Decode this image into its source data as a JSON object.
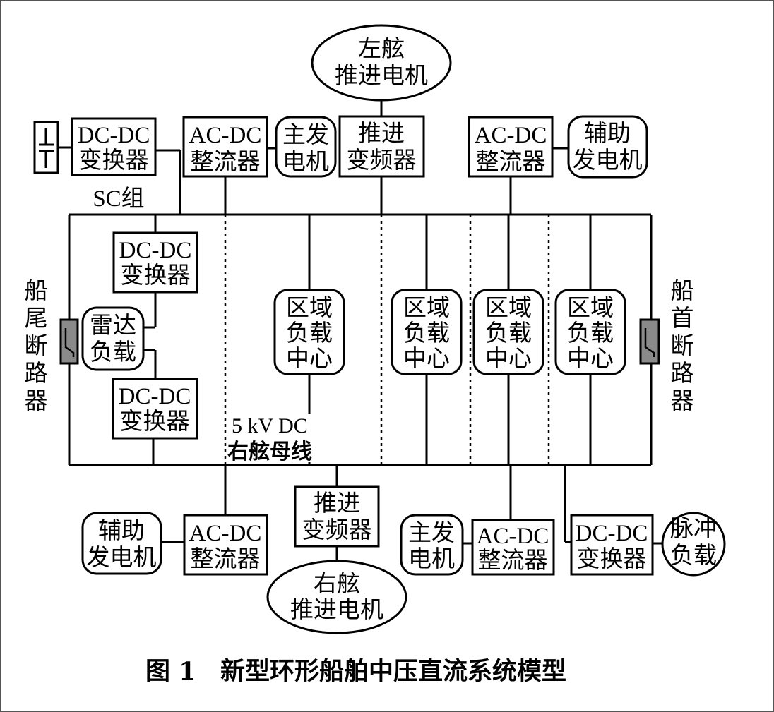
{
  "ports": {
    "port_propulsion_motor": [
      "左舷",
      "推进电机"
    ],
    "main_generator_top": [
      "主发",
      "电机"
    ],
    "aux_generator_top": [
      "辅助",
      "发电机"
    ],
    "sc_group_label": "SC组"
  },
  "converters": {
    "dc_dc": [
      "DC-DC",
      "变换器"
    ],
    "ac_dc": [
      "AC-DC",
      "整流器"
    ],
    "propulsion_vfd": [
      "推进",
      "变频器"
    ]
  },
  "loads": {
    "radar_load": [
      "雷达",
      "负载"
    ],
    "zone_load_center": [
      "区域",
      "负载",
      "中心"
    ],
    "pulse_load": [
      "脉冲",
      "负载"
    ]
  },
  "breakers": {
    "stern_breaker": [
      "船",
      "尾",
      "断",
      "路",
      "器"
    ],
    "bow_breaker": [
      "船",
      "首",
      "断",
      "路",
      "器"
    ]
  },
  "bus": {
    "voltage": "5 kV DC",
    "name": "右舷母线"
  },
  "starboard": {
    "aux_generator": [
      "辅助",
      "发电机"
    ],
    "main_generator": [
      "主发",
      "电机"
    ],
    "propulsion_motor": [
      "右舷",
      "推进电机"
    ]
  },
  "caption": {
    "figure_no": "图 1",
    "title": "新型环形船舶中压直流系统模型"
  }
}
